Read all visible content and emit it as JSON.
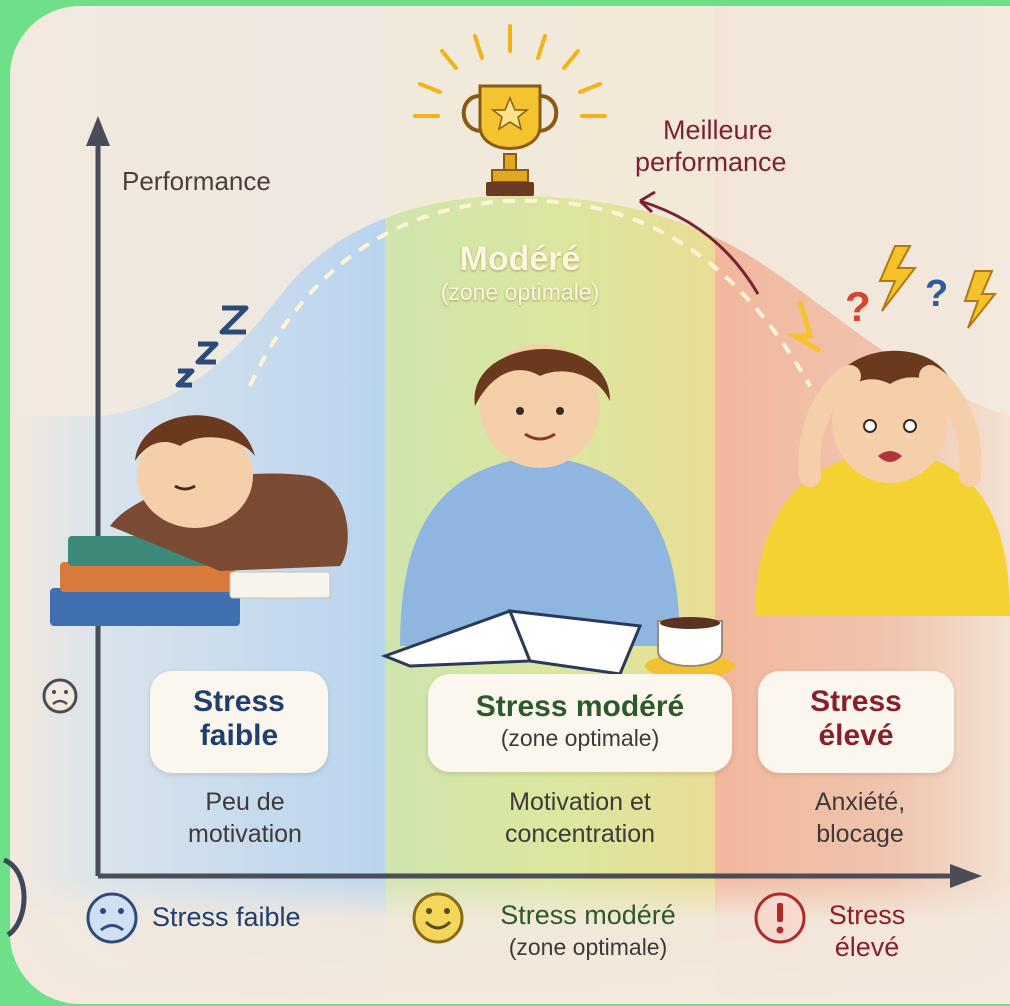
{
  "axis": {
    "y_label": "Performance"
  },
  "peak_annotation": {
    "line1": "Meilleure",
    "line2": "performance"
  },
  "top_zone": {
    "title": "Modéré",
    "subtitle": "(zone optimale)"
  },
  "zzz": "Z Z Z",
  "zones": [
    {
      "pill_title_1": "Stress",
      "pill_title_2": "faible",
      "pill_color": "#1f3f6e",
      "desc_1": "Peu de",
      "desc_2": "motivation"
    },
    {
      "pill_title_1": "Stress modéré",
      "pill_subtitle": "(zone optimale)",
      "pill_color": "#2e5a2b",
      "desc_1": "Motivation et",
      "desc_2": "concentration"
    },
    {
      "pill_title_1": "Stress",
      "pill_title_2": "élevé",
      "pill_color": "#8a1f2a",
      "desc_1": "Anxiété,",
      "desc_2": "blocage"
    }
  ],
  "legend": [
    {
      "icon": "sad-face-icon",
      "text_1": "Stress faible",
      "color": "#1f3f6e"
    },
    {
      "icon": "smile-face-icon",
      "text_1": "Stress modéré",
      "text_2": "(zone optimale)",
      "color": "#2e5a2b"
    },
    {
      "icon": "exclamation-icon",
      "text_1": "Stress",
      "text_2": "élevé",
      "color": "#8a1f2a"
    }
  ],
  "colors": {
    "low": "#b9d4ee",
    "moderate": "#dbe7a0",
    "high": "#f0b9a0",
    "axis": "#4a4d57"
  }
}
